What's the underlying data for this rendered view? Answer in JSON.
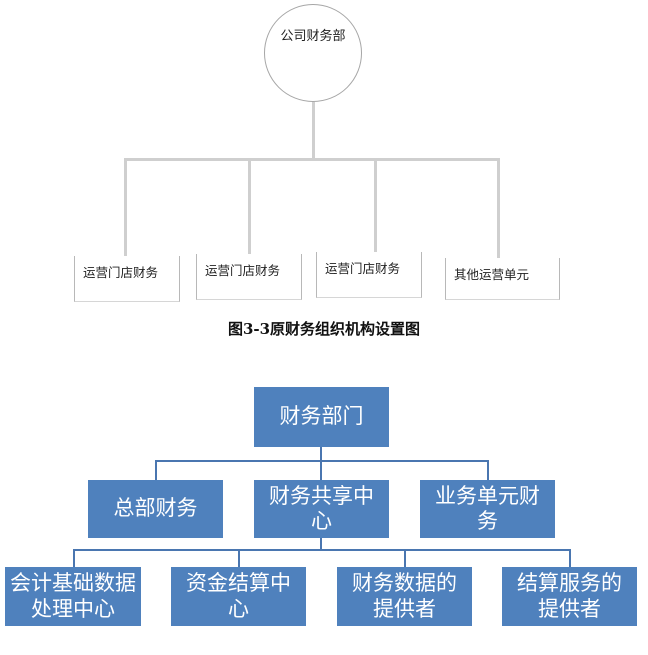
{
  "top_chart": {
    "root_label": "公司财务部",
    "children": [
      "运营门店财务",
      "运营门店财务",
      "运营门店财务",
      "其他运营单元"
    ],
    "caption": "图3-3原财务组织机构设置图"
  },
  "bottom_chart": {
    "root_label": "财务部门",
    "level2": [
      "总部财务",
      "财务共享中心",
      "业务单元财务"
    ],
    "level3": [
      "会计基础数据处理中心",
      "资金结算中心",
      "财务数据的提供者",
      "结算服务的提供者"
    ],
    "node_color": "#4f81bd"
  }
}
